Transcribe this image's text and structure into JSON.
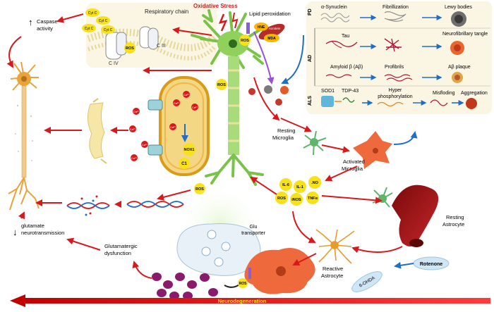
{
  "labels": {
    "oxidative_stress": "Oxidative Stress",
    "lipid_peroxidation": "Lipid peroxidation",
    "hne": "HNE",
    "mda": "MDA",
    "acrolein": "Acrolein",
    "respiratory_chain": "Respiratory chain",
    "caspase_line1": "Caspase",
    "caspase_line2": "activity",
    "cyt_c": "Cyt C",
    "c_iv": "C IV",
    "c_iii": "C III",
    "ros": "ROS",
    "ca": "Ca²⁺",
    "nox1": "NOX1",
    "c1": "C1",
    "glutamate_line1": "glutamate",
    "glutamate_line2": "neurotransmission",
    "glutamatergic_line1": "Glutamatergic",
    "glutamatergic_line2": "dysfunction",
    "glu_line1": "Glu",
    "glu_line2": "transporter",
    "resting_microglia_line1": "Resting",
    "resting_microglia_line2": "Microglia",
    "activated_microglia_line1": "Activated",
    "activated_microglia_line2": "Microglia",
    "il6": "IL-6",
    "il1": "IL-1",
    "no": ".NO",
    "inos": "iNOS",
    "tnfa": "TNFα",
    "resting_astrocyte_line1": "Resting",
    "resting_astrocyte_line2": "Astrocyte",
    "reactive_astrocyte_line1": "Reactive",
    "reactive_astrocyte_line2": "Astrocyte",
    "rotenone": "Rotenone",
    "ohda": "6-OHDA",
    "neurodegeneration": "Neurodegeneration"
  },
  "disease_panel": {
    "pd": "PD",
    "ad": "AD",
    "als": "ALS",
    "alpha_synuclein": "α-Synuclein",
    "fibrillization": "Fibrillization",
    "lewy_bodies": "Lewy bodies",
    "tau": "Tau",
    "neurofibrillary_tangle": "Neurofibrillary tangle",
    "amyloid": "Amyloid β (Aβ)",
    "profibrils": "Profibrils",
    "abeta_plaque": "Aβ plaque",
    "sod1": "SOD1",
    "tdp43": "TDP-43",
    "hyper_line1": "Hyper",
    "hyper_line2": "phosphorylation",
    "misfloding": "Misfloding",
    "aggregation": "Aggregation"
  },
  "colors": {
    "arrow_red": "#d7191c",
    "arrow_blue": "#1f6fc5",
    "ros_yellow": "#f7e21a",
    "mito_fill": "#f3d784",
    "microglia": "#ee6a3d",
    "panel_bg": "#fbf6e4"
  }
}
